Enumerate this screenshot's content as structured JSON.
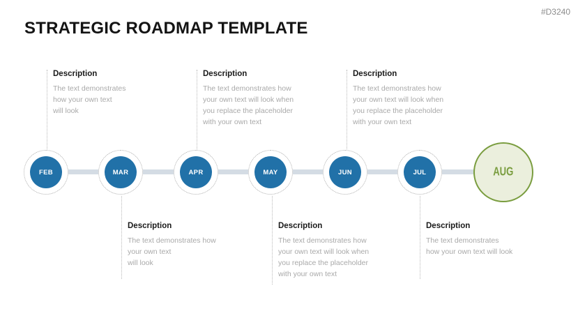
{
  "slide": {
    "title": "STRATEGIC ROADMAP TEMPLATE",
    "code": "#D3240"
  },
  "timeline": {
    "milestones": [
      {
        "label": "FEB",
        "highlight": false
      },
      {
        "label": "MAR",
        "highlight": false
      },
      {
        "label": "APR",
        "highlight": false
      },
      {
        "label": "MAY",
        "highlight": false
      },
      {
        "label": "JUN",
        "highlight": false
      },
      {
        "label": "JUL",
        "highlight": false
      },
      {
        "label": "AUG",
        "highlight": true
      }
    ]
  },
  "descriptions": {
    "top": [
      {
        "heading": "Description",
        "body": "The text demonstrates\nhow your own text\nwill look"
      },
      {
        "heading": "Description",
        "body": "The text demonstrates how\nyour own text will look when\nyou replace the placeholder\nwith your own text"
      },
      {
        "heading": "Description",
        "body": "The text demonstrates how\nyour own text will look when\nyou replace the placeholder\nwith your own text"
      }
    ],
    "bottom": [
      {
        "heading": "Description",
        "body": "The text demonstrates how\nyour own text\nwill look"
      },
      {
        "heading": "Description",
        "body": "The text demonstrates how\nyour own text will look when\nyou replace the placeholder\nwith your own text"
      },
      {
        "heading": "Description",
        "body": "The text demonstrates\nhow your own text will look"
      }
    ]
  },
  "colors": {
    "milestone_blue": "#2171a8",
    "milestone_label": "#ffffff",
    "highlight_fill": "#ebefdd",
    "highlight_green": "#7a9d3f",
    "connector_gray": "#d4dce4",
    "dotted_gray": "#b9b9b9",
    "body_text_gray": "#a9a9a9",
    "heading_black": "#1a1a1a"
  }
}
